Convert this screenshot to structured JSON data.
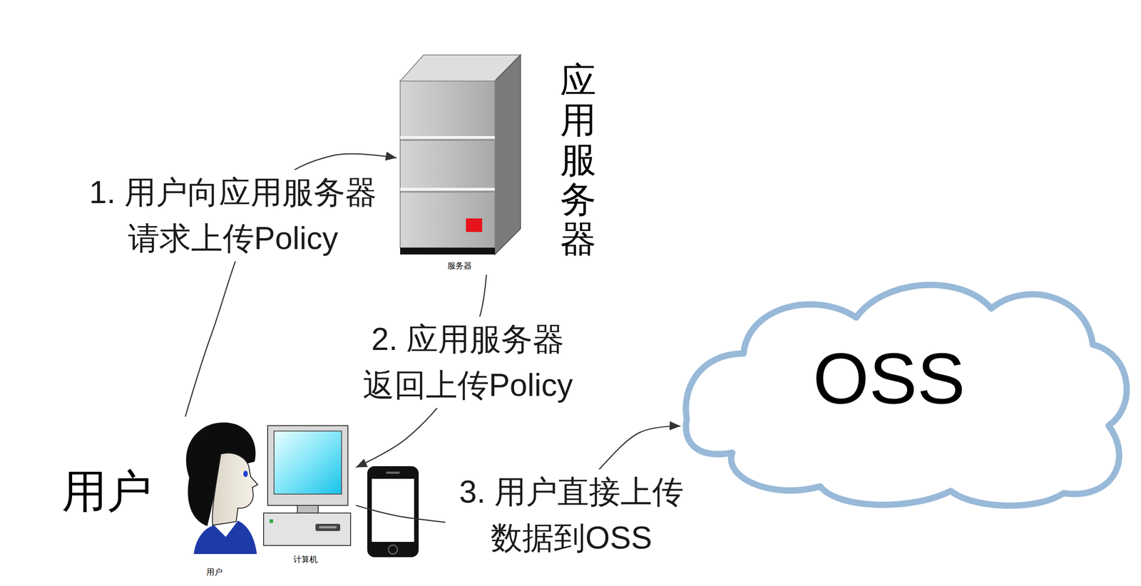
{
  "diagram": {
    "nodes": [
      {
        "text": [
          "应用服务器",
          "服务器"
        ]
      },
      {
        "text": [
          "OSS"
        ]
      },
      {
        "text": [
          "用户",
          "用户"
        ]
      },
      {
        "text": [
          "计算机"
        ]
      }
    ],
    "edges": [
      {
        "from": 2,
        "to": 0,
        "arrow": "to",
        "label": "1. 用户向应用服务器 请求上传Policy"
      },
      {
        "from": 0,
        "to": 3,
        "arrow": "to",
        "label": "2. 应用服务器 返回上传Policy"
      },
      {
        "from": 3,
        "to": 1,
        "arrow": "to",
        "label": "3. 用户直接上传 数据到OSS"
      }
    ]
  }
}
